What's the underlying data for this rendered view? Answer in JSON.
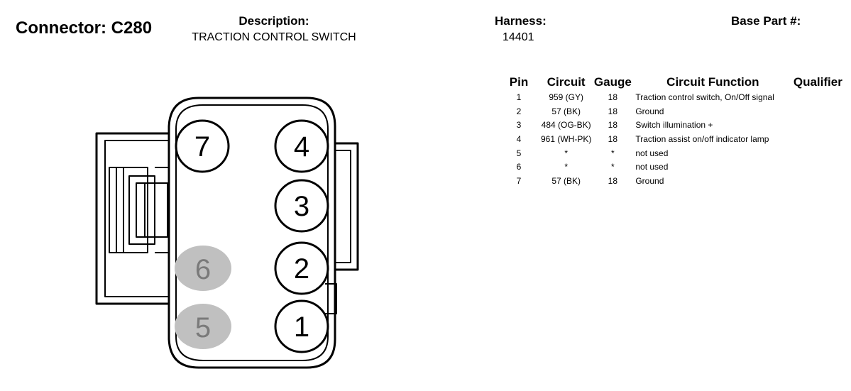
{
  "header": {
    "connector_label": "Connector: C280",
    "description_label": "Description:",
    "description_value": "TRACTION CONTROL SWITCH",
    "harness_label": "Harness:",
    "harness_value": "14401",
    "base_part_label": "Base Part #:"
  },
  "pin_table": {
    "columns": [
      "Pin",
      "Circuit",
      "Gauge",
      "Circuit Function",
      "Qualifier"
    ],
    "rows": [
      {
        "pin": "1",
        "circuit": "959 (GY)",
        "gauge": "18",
        "function": "Traction control switch, On/Off signal",
        "qualifier": ""
      },
      {
        "pin": "2",
        "circuit": "57 (BK)",
        "gauge": "18",
        "function": "Ground",
        "qualifier": ""
      },
      {
        "pin": "3",
        "circuit": "484 (OG-BK)",
        "gauge": "18",
        "function": "Switch illumination +",
        "qualifier": ""
      },
      {
        "pin": "4",
        "circuit": "961 (WH-PK)",
        "gauge": "18",
        "function": "Traction assist on/off indicator lamp",
        "qualifier": ""
      },
      {
        "pin": "5",
        "circuit": "*",
        "gauge": "*",
        "function": "not used",
        "qualifier": ""
      },
      {
        "pin": "6",
        "circuit": "*",
        "gauge": "*",
        "function": "not used",
        "qualifier": ""
      },
      {
        "pin": "7",
        "circuit": "57 (BK)",
        "gauge": "18",
        "function": "Ground",
        "qualifier": ""
      }
    ]
  },
  "connector_face": {
    "pins": [
      {
        "number": "7",
        "used": true
      },
      {
        "number": "4",
        "used": true
      },
      {
        "number": "3",
        "used": true
      },
      {
        "number": "6",
        "used": false
      },
      {
        "number": "2",
        "used": true
      },
      {
        "number": "5",
        "used": false
      },
      {
        "number": "1",
        "used": true
      }
    ],
    "colors": {
      "outline": "#000000",
      "used_pin_fill": "#ffffff",
      "unused_pin_fill": "#c0c0c0",
      "unused_pin_text": "#7a7a7a"
    }
  }
}
